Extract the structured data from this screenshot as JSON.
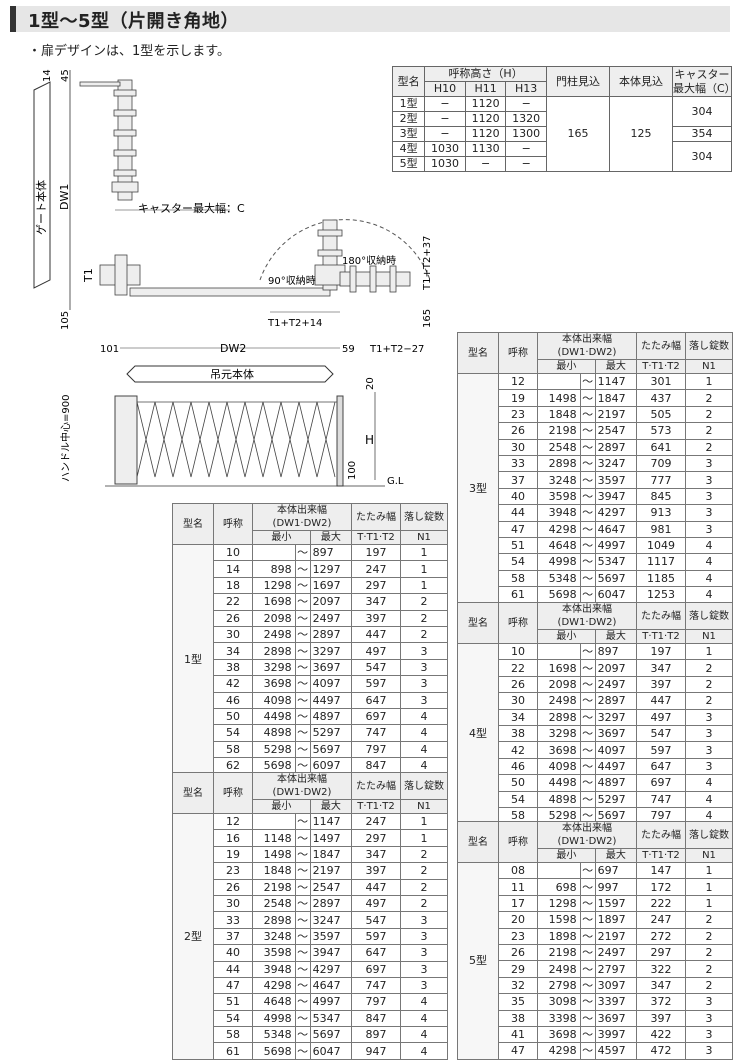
{
  "title": "1型〜5型（片開き角地）",
  "note": "・扉デザインは、1型を示します。",
  "diagram": {
    "gate_body": "ゲート本体",
    "dim_14": "14",
    "dim_45": "45",
    "dw1": "DW1",
    "caster_label": "キャスター最大幅：C",
    "t1": "T1",
    "dim_105": "105",
    "dim_101": "101",
    "dw2": "DW2",
    "dim_59": "59",
    "t1t2_14": "T1+T2+14",
    "t1t2_27": "T1+T2−27",
    "t1t2_37": "T1+T2+37",
    "dim_165": "165",
    "stow90": "90°収納時",
    "stow180": "180°収納時",
    "hang_body": "吊元本体",
    "handle_h": "ハンドル中心=900",
    "dim_20": "20",
    "h": "H",
    "dim_100": "100",
    "gl": "G.L"
  },
  "spec": {
    "h_model": "型名",
    "h_nominal": "呼称高さ（H）",
    "h_h10": "H10",
    "h_h11": "H11",
    "h_h13": "H13",
    "h_post": "門柱見込",
    "h_body": "本体見込",
    "h_caster": "キャスター最大幅（C）",
    "rows": [
      {
        "m": "1型",
        "h10": "−",
        "h11": "1120",
        "h13": "−"
      },
      {
        "m": "2型",
        "h10": "−",
        "h11": "1120",
        "h13": "1320"
      },
      {
        "m": "3型",
        "h10": "−",
        "h11": "1120",
        "h13": "1300"
      },
      {
        "m": "4型",
        "h10": "1030",
        "h11": "1130",
        "h13": "−"
      },
      {
        "m": "5型",
        "h10": "1030",
        "h11": "−",
        "h13": "−"
      }
    ],
    "post": "165",
    "body": "125",
    "caster_a": "304",
    "caster_b": "354",
    "caster_c": "304"
  },
  "hdr": {
    "model": "型名",
    "nominal": "呼称",
    "width": "本体出来幅(DW1·DW2)",
    "min": "最小",
    "max": "最大",
    "fold": "たたみ幅",
    "fold2": "T·T1·T2",
    "lock": "落し錠数",
    "lock2": "N1"
  },
  "tables": [
    {
      "model": "1型",
      "rows": [
        [
          "10",
          "",
          "897",
          "197",
          "1"
        ],
        [
          "14",
          "898",
          "1297",
          "247",
          "1"
        ],
        [
          "18",
          "1298",
          "1697",
          "297",
          "1"
        ],
        [
          "22",
          "1698",
          "2097",
          "347",
          "2"
        ],
        [
          "26",
          "2098",
          "2497",
          "397",
          "2"
        ],
        [
          "30",
          "2498",
          "2897",
          "447",
          "2"
        ],
        [
          "34",
          "2898",
          "3297",
          "497",
          "3"
        ],
        [
          "38",
          "3298",
          "3697",
          "547",
          "3"
        ],
        [
          "42",
          "3698",
          "4097",
          "597",
          "3"
        ],
        [
          "46",
          "4098",
          "4497",
          "647",
          "3"
        ],
        [
          "50",
          "4498",
          "4897",
          "697",
          "4"
        ],
        [
          "54",
          "4898",
          "5297",
          "747",
          "4"
        ],
        [
          "58",
          "5298",
          "5697",
          "797",
          "4"
        ],
        [
          "62",
          "5698",
          "6097",
          "847",
          "4"
        ]
      ]
    },
    {
      "model": "2型",
      "rows": [
        [
          "12",
          "",
          "1147",
          "247",
          "1"
        ],
        [
          "16",
          "1148",
          "1497",
          "297",
          "1"
        ],
        [
          "19",
          "1498",
          "1847",
          "347",
          "2"
        ],
        [
          "23",
          "1848",
          "2197",
          "397",
          "2"
        ],
        [
          "26",
          "2198",
          "2547",
          "447",
          "2"
        ],
        [
          "30",
          "2548",
          "2897",
          "497",
          "2"
        ],
        [
          "33",
          "2898",
          "3247",
          "547",
          "3"
        ],
        [
          "37",
          "3248",
          "3597",
          "597",
          "3"
        ],
        [
          "40",
          "3598",
          "3947",
          "647",
          "3"
        ],
        [
          "44",
          "3948",
          "4297",
          "697",
          "3"
        ],
        [
          "47",
          "4298",
          "4647",
          "747",
          "3"
        ],
        [
          "51",
          "4648",
          "4997",
          "797",
          "4"
        ],
        [
          "54",
          "4998",
          "5347",
          "847",
          "4"
        ],
        [
          "58",
          "5348",
          "5697",
          "897",
          "4"
        ],
        [
          "61",
          "5698",
          "6047",
          "947",
          "4"
        ]
      ]
    },
    {
      "model": "3型",
      "rows": [
        [
          "12",
          "",
          "1147",
          "301",
          "1"
        ],
        [
          "19",
          "1498",
          "1847",
          "437",
          "2"
        ],
        [
          "23",
          "1848",
          "2197",
          "505",
          "2"
        ],
        [
          "26",
          "2198",
          "2547",
          "573",
          "2"
        ],
        [
          "30",
          "2548",
          "2897",
          "641",
          "2"
        ],
        [
          "33",
          "2898",
          "3247",
          "709",
          "3"
        ],
        [
          "37",
          "3248",
          "3597",
          "777",
          "3"
        ],
        [
          "40",
          "3598",
          "3947",
          "845",
          "3"
        ],
        [
          "44",
          "3948",
          "4297",
          "913",
          "3"
        ],
        [
          "47",
          "4298",
          "4647",
          "981",
          "3"
        ],
        [
          "51",
          "4648",
          "4997",
          "1049",
          "4"
        ],
        [
          "54",
          "4998",
          "5347",
          "1117",
          "4"
        ],
        [
          "58",
          "5348",
          "5697",
          "1185",
          "4"
        ],
        [
          "61",
          "5698",
          "6047",
          "1253",
          "4"
        ]
      ]
    },
    {
      "model": "4型",
      "rows": [
        [
          "10",
          "",
          "897",
          "197",
          "1"
        ],
        [
          "22",
          "1698",
          "2097",
          "347",
          "2"
        ],
        [
          "26",
          "2098",
          "2497",
          "397",
          "2"
        ],
        [
          "30",
          "2498",
          "2897",
          "447",
          "2"
        ],
        [
          "34",
          "2898",
          "3297",
          "497",
          "3"
        ],
        [
          "38",
          "3298",
          "3697",
          "547",
          "3"
        ],
        [
          "42",
          "3698",
          "4097",
          "597",
          "3"
        ],
        [
          "46",
          "4098",
          "4497",
          "647",
          "3"
        ],
        [
          "50",
          "4498",
          "4897",
          "697",
          "4"
        ],
        [
          "54",
          "4898",
          "5297",
          "747",
          "4"
        ],
        [
          "58",
          "5298",
          "5697",
          "797",
          "4"
        ]
      ]
    },
    {
      "model": "5型",
      "rows": [
        [
          "08",
          "",
          "697",
          "147",
          "1"
        ],
        [
          "11",
          "698",
          "997",
          "172",
          "1"
        ],
        [
          "17",
          "1298",
          "1597",
          "222",
          "1"
        ],
        [
          "20",
          "1598",
          "1897",
          "247",
          "2"
        ],
        [
          "23",
          "1898",
          "2197",
          "272",
          "2"
        ],
        [
          "26",
          "2198",
          "2497",
          "297",
          "2"
        ],
        [
          "29",
          "2498",
          "2797",
          "322",
          "2"
        ],
        [
          "32",
          "2798",
          "3097",
          "347",
          "2"
        ],
        [
          "35",
          "3098",
          "3397",
          "372",
          "3"
        ],
        [
          "38",
          "3398",
          "3697",
          "397",
          "3"
        ],
        [
          "41",
          "3698",
          "3997",
          "422",
          "3"
        ],
        [
          "47",
          "4298",
          "4597",
          "472",
          "3"
        ]
      ]
    }
  ]
}
